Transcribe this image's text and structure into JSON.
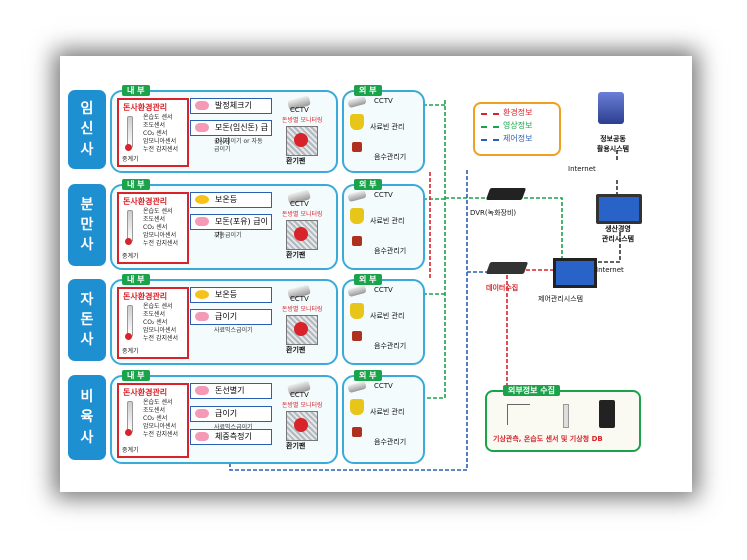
{
  "barns": [
    {
      "label": [
        "임",
        "신",
        "사"
      ],
      "env_title": "돈사환경관리",
      "controls": [
        {
          "label": "발정체크기",
          "icon": "pig-icon"
        },
        {
          "label": "모돈(임신돈) 급이기",
          "icon": "pig-icon",
          "sub": "군사급이기 or 자동급이기"
        }
      ]
    },
    {
      "label": [
        "분",
        "만",
        "사"
      ],
      "env_title": "돈사환경관리",
      "controls": [
        {
          "label": "보온등",
          "icon": "sun-icon"
        },
        {
          "label": "모돈(포유) 급이기",
          "icon": "pig-icon",
          "sub": "자동급이기"
        }
      ]
    },
    {
      "label": [
        "자",
        "돈",
        "사"
      ],
      "env_title": "돈사환경관리",
      "controls": [
        {
          "label": "보온등",
          "icon": "sun-icon"
        },
        {
          "label": "급이기",
          "icon": "pig-icon",
          "sub": "사료믹스급이기"
        }
      ]
    },
    {
      "label": [
        "비",
        "육",
        "사"
      ],
      "env_title": "돈사환경관리",
      "controls": [
        {
          "label": "돈선별기",
          "icon": "pig-icon"
        },
        {
          "label": "급이기",
          "icon": "pig-icon",
          "sub": "사료믹스급이기"
        },
        {
          "label": "체중측정기",
          "icon": "pig-icon"
        }
      ]
    }
  ],
  "sensors": [
    "온습도 센서",
    "조도센서",
    "CO₂ 센서",
    "암모니아센서",
    "누전 감지센서"
  ],
  "relay": "중계기",
  "inner_tag": "내 부",
  "outer_tag": "외 부",
  "cctv": "CCTV",
  "monitoring": "돈방별 모니터링",
  "fan": "환기팬",
  "feed_bin": "사료빈 관리",
  "water": "음수관리기",
  "legend": {
    "env": "환경정보",
    "video": "영상정보",
    "control": "제어정보"
  },
  "colors": {
    "env": "#d8232a",
    "video": "#1aa34a",
    "control": "#2b5fb4",
    "accent": "#1e8fd0"
  },
  "right": {
    "info_share": "정보공동\n활용시스템",
    "internet1": "Internet",
    "dvr": "DVR(녹화장비)",
    "production": "생산경영\n관리시스템",
    "internet2": "Internet",
    "data": "데이터수집",
    "control_sys": "제어관리시스템",
    "external_title": "외부정보 수집",
    "external_caption": "기상관측, 온습도 센서 및 기상청 DB"
  }
}
